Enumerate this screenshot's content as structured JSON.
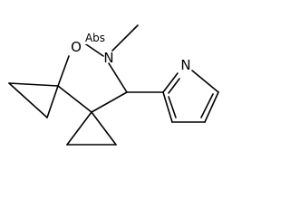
{
  "structure": {
    "atoms": {
      "oxygen": "O",
      "ring_nitrogen": "N",
      "methyl_label": "Abs",
      "pyridine_nitrogen": "N"
    },
    "colors": {
      "line": "#000000",
      "background": "#ffffff"
    }
  }
}
